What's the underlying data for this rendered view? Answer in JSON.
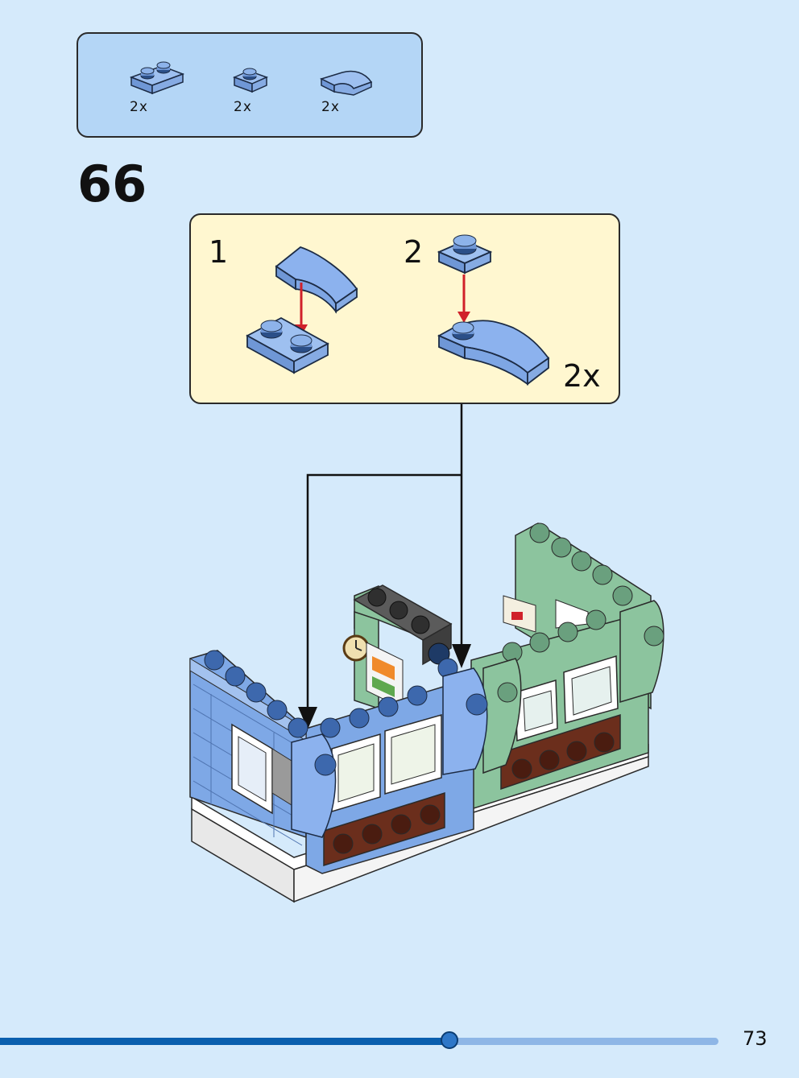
{
  "parts_list": {
    "items": [
      {
        "name": "plate-1x2-icon",
        "quantity": "2x",
        "color": "#7ea8e6"
      },
      {
        "name": "plate-1x1-icon",
        "quantity": "2x",
        "color": "#7ea8e6"
      },
      {
        "name": "curved-slope-icon",
        "quantity": "2x",
        "color": "#7ea8e6"
      }
    ]
  },
  "step": {
    "number": "66"
  },
  "subassembly": {
    "steps": [
      {
        "number": "1"
      },
      {
        "number": "2"
      }
    ],
    "quantity": "2x"
  },
  "colors": {
    "background": "#d5eafb",
    "brick_blue": "#7ea8e6",
    "brick_green": "#8cc49e",
    "arrow_red": "#d0212a",
    "subassembly_bg": "#fff7d0"
  },
  "progress": {
    "fraction": 0.625
  },
  "footer": {
    "page_number": "73"
  }
}
